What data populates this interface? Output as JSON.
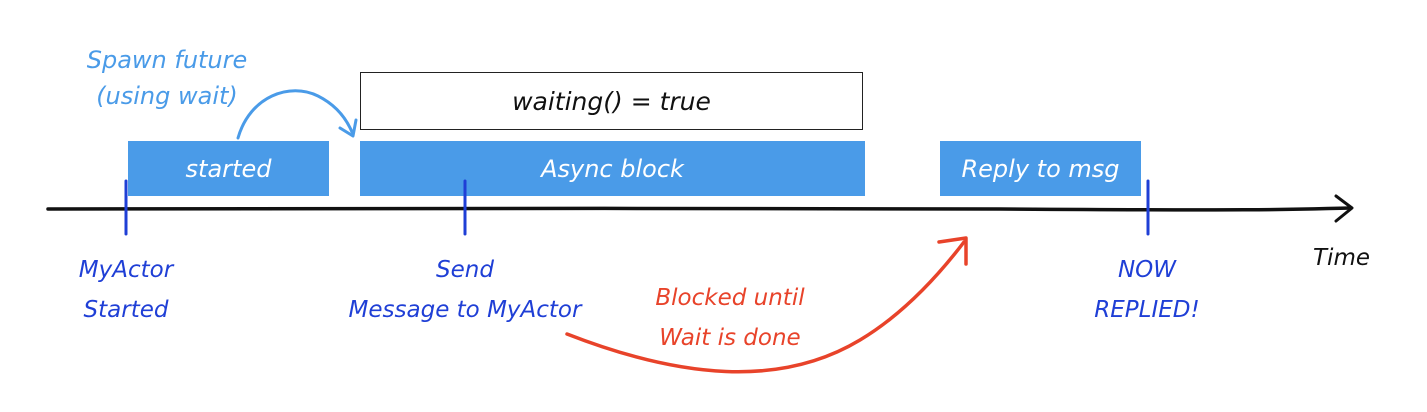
{
  "spawn_note": {
    "line1": "Spawn future",
    "line2": "(using wait)"
  },
  "wait_box": {
    "label": "waiting() = true"
  },
  "blocks": {
    "started": "started",
    "async": "Async block",
    "reply": "Reply to msg"
  },
  "events": {
    "actor_started_line1": "MyActor",
    "actor_started_line2": "Started",
    "send_line1": "Send",
    "send_line2": "Message to MyActor",
    "replied_line1": "NOW",
    "replied_line2": "REPLIED!"
  },
  "blocked_note": {
    "line1": "Blocked until",
    "line2": "Wait is done"
  },
  "axis": {
    "label": "Time"
  },
  "colors": {
    "block_fill": "#4a9be8",
    "event_text": "#1f3fd6",
    "blocked_note": "#e8432a",
    "axis": "#111111"
  }
}
